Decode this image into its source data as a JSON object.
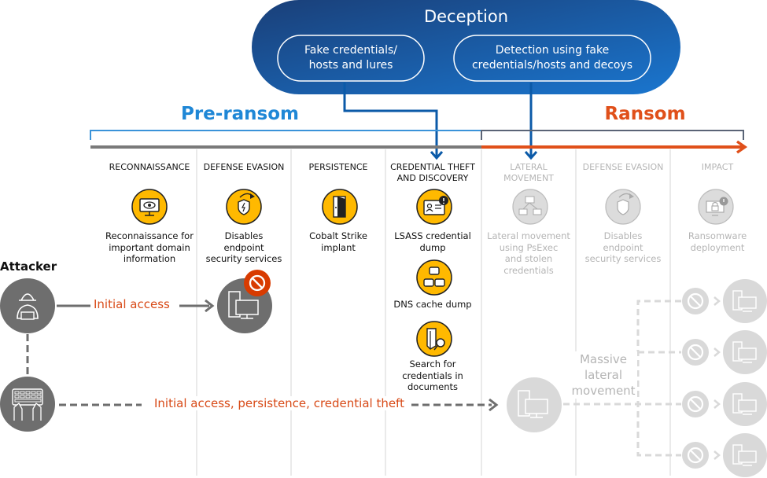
{
  "deception": {
    "title": "Deception",
    "pills": [
      {
        "text_line1": "Fake credentials/",
        "text_line2": "hosts and lures"
      },
      {
        "text_line1": "Detection using fake",
        "text_line2": "credentials/hosts and decoys"
      }
    ]
  },
  "phases": {
    "pre_ransom": "Pre-ransom",
    "ransom": "Ransom"
  },
  "columns": [
    {
      "head_line1": "RECONNAISSANCE",
      "head_line2": "",
      "dim": false
    },
    {
      "head_line1": "DEFENSE EVASION",
      "head_line2": "",
      "dim": false
    },
    {
      "head_line1": "PERSISTENCE",
      "head_line2": "",
      "dim": false
    },
    {
      "head_line1": "CREDENTIAL THEFT",
      "head_line2": "AND DISCOVERY",
      "dim": false
    },
    {
      "head_line1": "LATERAL",
      "head_line2": "MOVEMENT",
      "dim": true
    },
    {
      "head_line1": "DEFENSE EVASION",
      "head_line2": "",
      "dim": true
    },
    {
      "head_line1": "IMPACT",
      "head_line2": "",
      "dim": true
    }
  ],
  "steps": [
    {
      "icon": "monitor-eye-icon",
      "lines": [
        "Reconnaissance for",
        "important domain",
        "information"
      ]
    },
    {
      "icon": "shield-bolt-icon",
      "lines": [
        "Disables",
        "endpoint",
        "security services"
      ]
    },
    {
      "icon": "door-icon",
      "lines": [
        "Cobalt Strike",
        "implant"
      ]
    },
    {
      "icon": "id-card-alert-icon",
      "lines": [
        "LSASS credential",
        "dump"
      ]
    },
    {
      "icon": "network-nodes-icon",
      "lines": [
        "DNS cache dump"
      ]
    },
    {
      "icon": "document-search-icon",
      "lines": [
        "Search for",
        "credentials in",
        "documents"
      ]
    },
    {
      "icon": "lateral-network-icon",
      "lines": [
        "Lateral movement",
        "using PsExec",
        "and stolen",
        "credentials"
      ]
    },
    {
      "icon": "shield-bolt-icon",
      "lines": [
        "Disables",
        "endpoint",
        "security services"
      ]
    },
    {
      "icon": "ransomware-lock-icon",
      "lines": [
        "Ransomware",
        "deployment"
      ]
    }
  ],
  "attacker": {
    "label": "Attacker",
    "initial_access": "Initial access",
    "hands_on": "Initial access, persistence, credential theft",
    "massive": [
      "Massive",
      "lateral",
      "movement"
    ]
  },
  "colors": {
    "deception_dark": "#1a3f78",
    "deception_light": "#1a73c9",
    "pre_ransom_blue": "#1f87d6",
    "ransom_orange": "#e0501a",
    "step_yellow": "#ffb900",
    "attacker_gray": "#6e6e6e",
    "dim_gray": "#d9d9d9",
    "block_red": "#d83b01"
  }
}
